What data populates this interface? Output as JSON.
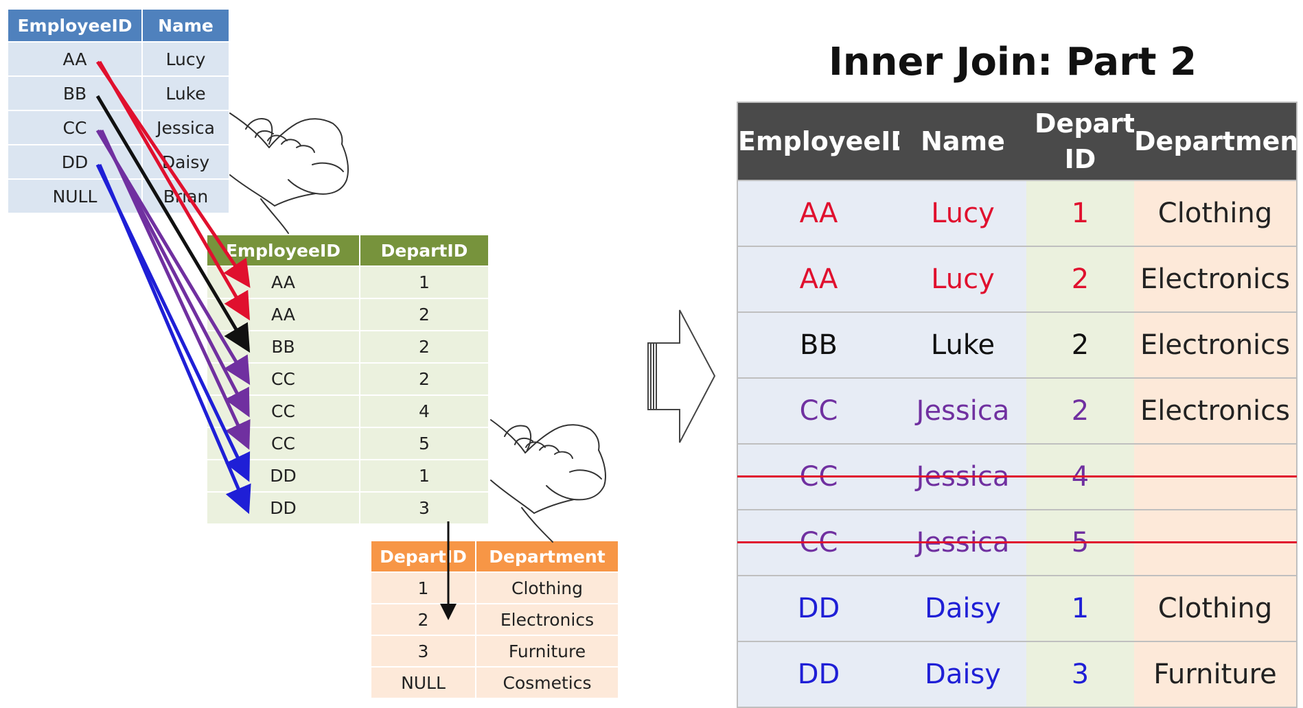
{
  "colors": {
    "employee_header": "#4f81bd",
    "employee_body": "#dbe5f1",
    "link_header": "#77933c",
    "link_body": "#ebf1de",
    "department_header": "#f79646",
    "department_body": "#fde9d9",
    "result_header": "#4a4a4a",
    "red": "#e0102e",
    "black": "#111111",
    "purple": "#7030a0",
    "blue": "#1f1fd6"
  },
  "employee_table": {
    "headers": [
      "EmployeeID",
      "Name"
    ],
    "rows": [
      [
        "AA",
        "Lucy"
      ],
      [
        "BB",
        "Luke"
      ],
      [
        "CC",
        "Jessica"
      ],
      [
        "DD",
        "Daisy"
      ],
      [
        "NULL",
        "Brian"
      ]
    ]
  },
  "link_table": {
    "headers": [
      "EmployeeID",
      "DepartID"
    ],
    "rows": [
      [
        "AA",
        "1"
      ],
      [
        "AA",
        "2"
      ],
      [
        "BB",
        "2"
      ],
      [
        "CC",
        "2"
      ],
      [
        "CC",
        "4"
      ],
      [
        "CC",
        "5"
      ],
      [
        "DD",
        "1"
      ],
      [
        "DD",
        "3"
      ]
    ]
  },
  "department_table": {
    "headers": [
      "DepartID",
      "Department"
    ],
    "rows": [
      [
        "1",
        "Clothing"
      ],
      [
        "2",
        "Electronics"
      ],
      [
        "3",
        "Furniture"
      ],
      [
        "NULL",
        "Cosmetics"
      ]
    ]
  },
  "result": {
    "title": "Inner Join: Part 2",
    "headers": [
      "EmployeeID",
      "Name",
      "Depart ID",
      "Department"
    ],
    "rows": [
      {
        "emp": "AA",
        "name": "Lucy",
        "did": "1",
        "dept": "Clothing",
        "color": "red",
        "struck": false
      },
      {
        "emp": "AA",
        "name": "Lucy",
        "did": "2",
        "dept": "Electronics",
        "color": "red",
        "struck": false
      },
      {
        "emp": "BB",
        "name": "Luke",
        "did": "2",
        "dept": "Electronics",
        "color": "black",
        "struck": false
      },
      {
        "emp": "CC",
        "name": "Jessica",
        "did": "2",
        "dept": "Electronics",
        "color": "purple",
        "struck": false
      },
      {
        "emp": "CC",
        "name": "Jessica",
        "did": "4",
        "dept": "",
        "color": "purple",
        "struck": true
      },
      {
        "emp": "CC",
        "name": "Jessica",
        "did": "5",
        "dept": "",
        "color": "purple",
        "struck": true
      },
      {
        "emp": "DD",
        "name": "Daisy",
        "did": "1",
        "dept": "Clothing",
        "color": "blue",
        "struck": false
      },
      {
        "emp": "DD",
        "name": "Daisy",
        "did": "3",
        "dept": "Furniture",
        "color": "blue",
        "struck": false
      }
    ]
  },
  "connectors": [
    {
      "from_employee_row": 0,
      "to_link_row": 0,
      "color": "red"
    },
    {
      "from_employee_row": 0,
      "to_link_row": 1,
      "color": "red"
    },
    {
      "from_employee_row": 1,
      "to_link_row": 2,
      "color": "black"
    },
    {
      "from_employee_row": 2,
      "to_link_row": 3,
      "color": "purple"
    },
    {
      "from_employee_row": 2,
      "to_link_row": 4,
      "color": "purple"
    },
    {
      "from_employee_row": 2,
      "to_link_row": 5,
      "color": "purple"
    },
    {
      "from_employee_row": 3,
      "to_link_row": 6,
      "color": "blue"
    },
    {
      "from_employee_row": 3,
      "to_link_row": 7,
      "color": "blue"
    }
  ],
  "icons": [
    "handshake-icon",
    "handshake-icon",
    "join-arrow-icon"
  ]
}
